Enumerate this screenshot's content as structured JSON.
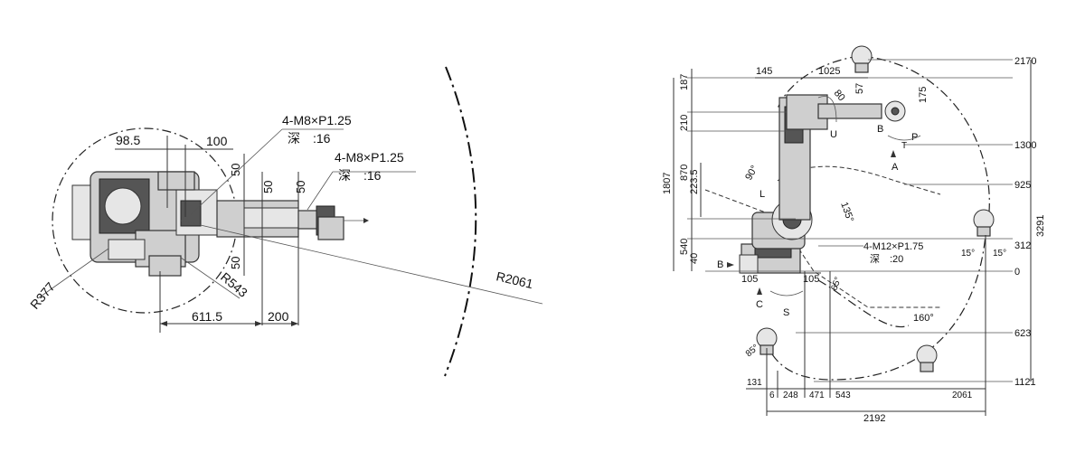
{
  "top_view": {
    "dim_98_5": "98.5",
    "dim_100": "100",
    "dim_50_a": "50",
    "dim_50_b": "50",
    "dim_50_c": "50",
    "dim_50_d": "50",
    "thread1": "4-M8×P1.25",
    "depth1": "深　:16",
    "thread2": "4-M8×P1.25",
    "depth2": "深　:16",
    "r377": "R377",
    "r543": "R543",
    "r2061": "R2061",
    "dim_611_5": "611.5",
    "dim_200": "200"
  },
  "side_view": {
    "dim_187": "187",
    "dim_210": "210",
    "dim_870": "870",
    "dim_1807": "1807",
    "dim_223_5": "223.5",
    "dim_540": "540",
    "dim_40": "40",
    "dim_145": "145",
    "dim_1025": "1025",
    "dim_57": "57",
    "dim_80": "80",
    "dim_175": "175",
    "dim_2170": "2170",
    "dim_1300": "1300",
    "dim_925": "925",
    "dim_312": "312",
    "dim_0": "0",
    "dim_3291": "3291",
    "dim_623": "623",
    "dim_1121": "1121",
    "ang_90": "90°",
    "ang_135": "135°",
    "ang_15a": "15°",
    "ang_15b": "15°",
    "ang_160": "160°",
    "ang_85": "85°",
    "ang_65": "65°",
    "label_U": "U",
    "label_B": "B",
    "label_P": "P",
    "label_T": "T",
    "label_A": "A",
    "label_L": "L",
    "label_S": "S",
    "label_C": "C",
    "label_B_arrow": "B",
    "thread": "4-M12×P1.75",
    "depth": "深　:20",
    "dim_105_left": "105",
    "dim_105_right": "105",
    "bottom_131": "131",
    "bottom_6": "6",
    "bottom_248": "248",
    "bottom_471": "471",
    "bottom_543": "543",
    "bottom_2061": "2061",
    "bottom_2192": "2192"
  }
}
